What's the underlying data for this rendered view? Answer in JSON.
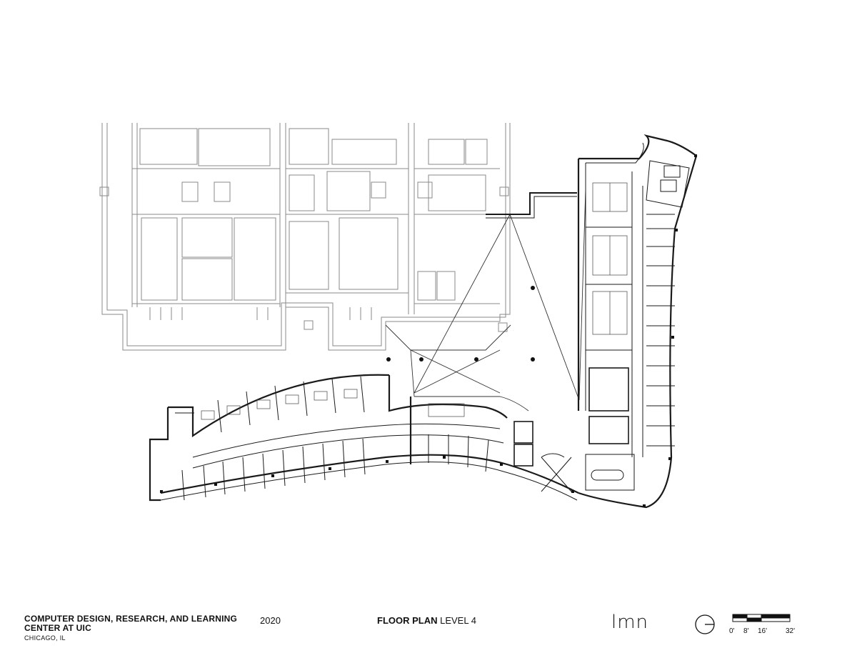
{
  "title_block": {
    "project_name": "COMPUTER DESIGN, RESEARCH, AND LEARNING CENTER AT UIC",
    "location": "CHICAGO, IL",
    "year": "2020",
    "sheet_title_bold": "FLOOR PLAN",
    "sheet_title_rest": " LEVEL 4",
    "firm_logo_text": "lmn"
  },
  "icons": {
    "north_arrow": "north-arrow-icon",
    "scale_bar": "scale-bar-icon"
  },
  "scale_bar": {
    "labels": [
      "0'",
      "8'",
      "16'",
      "32'"
    ]
  },
  "colors": {
    "new_construction": "#1a1a1a",
    "existing_building": "#8a8a8a",
    "background": "#ffffff"
  }
}
